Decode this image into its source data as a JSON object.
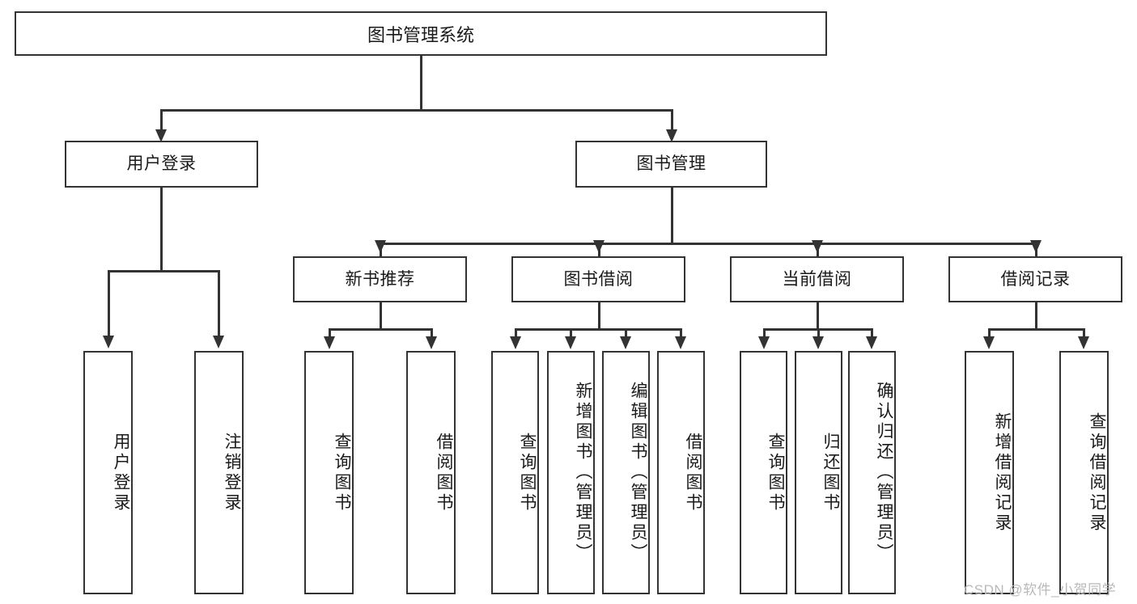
{
  "diagram": {
    "type": "hierarchy-tree",
    "title": "图书管理系统",
    "root": {
      "label": "图书管理系统"
    },
    "level2": [
      {
        "id": "user-login",
        "label": "用户登录"
      },
      {
        "id": "book-management",
        "label": "图书管理"
      }
    ],
    "level3": [
      {
        "id": "new-book-recommend",
        "label": "新书推荐"
      },
      {
        "id": "book-borrow",
        "label": "图书借阅"
      },
      {
        "id": "current-borrow",
        "label": "当前借阅"
      },
      {
        "id": "borrow-record",
        "label": "借阅记录"
      }
    ],
    "leaves": {
      "user_login": [
        {
          "id": "leaf-user-login",
          "label": "用户登录"
        },
        {
          "id": "leaf-logout-login",
          "label": "注销登录"
        }
      ],
      "new_book_recommend": [
        {
          "id": "leaf-query-book-1",
          "label": "查询图书"
        },
        {
          "id": "leaf-borrow-book-1",
          "label": "借阅图书"
        }
      ],
      "book_borrow": [
        {
          "id": "leaf-query-book-2",
          "label": "查询图书"
        },
        {
          "id": "leaf-add-book",
          "label": "新增图书（管理员）"
        },
        {
          "id": "leaf-edit-book",
          "label": "编辑图书（管理员）"
        },
        {
          "id": "leaf-borrow-book-2",
          "label": "借阅图书"
        }
      ],
      "current_borrow": [
        {
          "id": "leaf-query-book-3",
          "label": "查询图书"
        },
        {
          "id": "leaf-return-book",
          "label": "归还图书"
        },
        {
          "id": "leaf-confirm-return",
          "label": "确认归还（管理员）"
        }
      ],
      "borrow_record": [
        {
          "id": "leaf-add-record",
          "label": "新增借阅记录"
        },
        {
          "id": "leaf-query-record",
          "label": "查询借阅记录"
        }
      ]
    },
    "colors": {
      "line": "#333333",
      "background": "#ffffff",
      "text": "#1a1a1a",
      "watermark": "#b9b9b9"
    }
  },
  "watermark": {
    "text": "CSDN @软件_小贺同学"
  }
}
